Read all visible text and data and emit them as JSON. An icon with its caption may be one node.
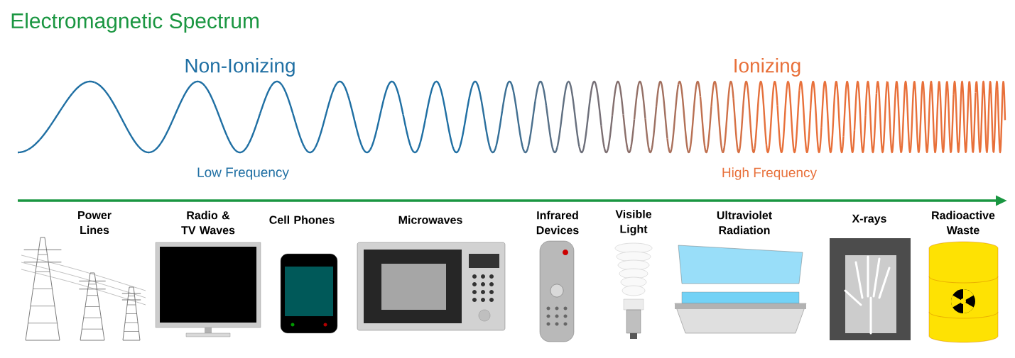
{
  "diagram": {
    "title": "Electromagnetic Spectrum",
    "labels": [
      "Non-Ionizing",
      "Ionizing",
      "Low Frequency",
      "High Frequency",
      "Power Lines",
      "Radio & TV Waves",
      "Cell Phones",
      "Microwaves",
      "Infrared Devices",
      "Visible Light",
      "Ultraviolet Radiation",
      "X-rays",
      "Radioactive Waste"
    ]
  }
}
